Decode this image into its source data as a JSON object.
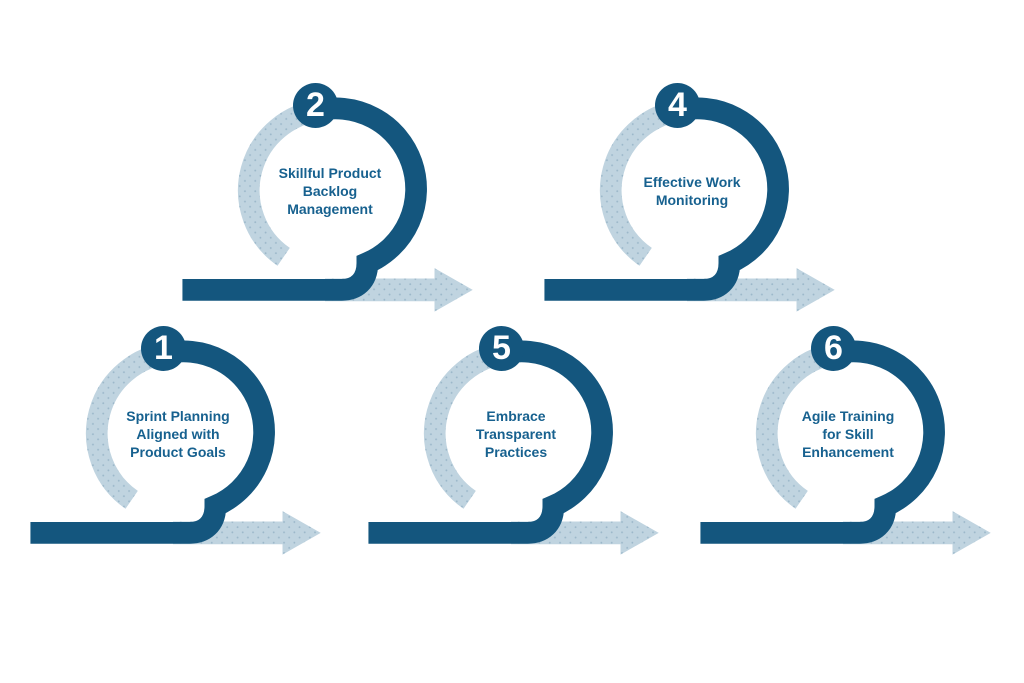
{
  "colors": {
    "dark_blue": "#14567e",
    "light_blue": "#c0d4e0",
    "dot_color": "#9cb8ca",
    "text_blue": "#17618f",
    "number_color": "#ffffff",
    "background": "#ffffff"
  },
  "items": [
    {
      "number": "2",
      "title": "Skillful Product\nBacklog\nManagement"
    },
    {
      "number": "4",
      "title": "Effective Work\nMonitoring"
    },
    {
      "number": "1",
      "title": "Sprint Planning\nAligned with\nProduct Goals"
    },
    {
      "number": "5",
      "title": "Embrace\nTransparent\nPractices"
    },
    {
      "number": "6",
      "title": "Agile Training\nfor Skill\nEnhancement"
    }
  ]
}
